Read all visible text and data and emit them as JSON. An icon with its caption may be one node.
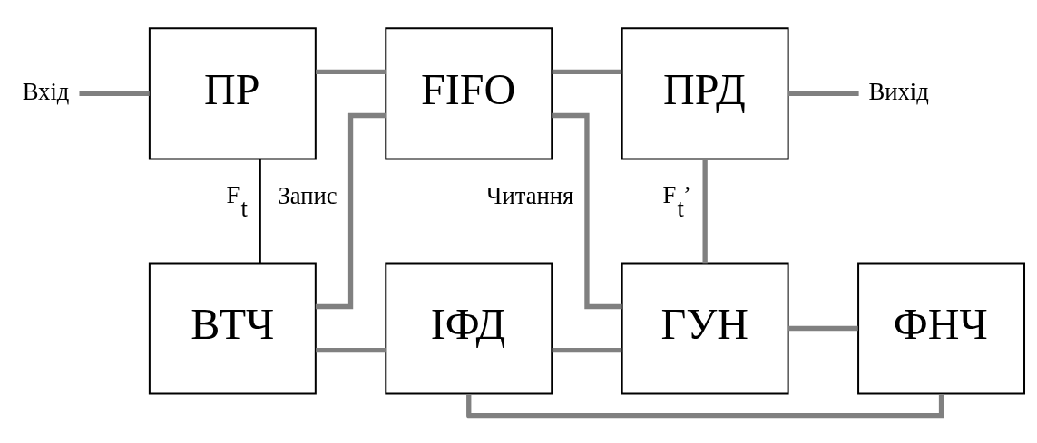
{
  "diagram": {
    "nodes": [
      {
        "text": [
          "Вхід"
        ]
      },
      {
        "text": [
          "ПР"
        ]
      },
      {
        "text": [
          "FIFO"
        ]
      },
      {
        "text": [
          "ПРД"
        ]
      },
      {
        "text": [
          "Вихід"
        ]
      },
      {
        "text": [
          "ВТЧ"
        ]
      },
      {
        "text": [
          "ІФД"
        ]
      },
      {
        "text": [
          "ГУН"
        ]
      },
      {
        "text": [
          "ФНЧ"
        ]
      }
    ],
    "edges": [
      {
        "from": 0,
        "to": 1,
        "arrow": "none"
      },
      {
        "from": 1,
        "to": 2,
        "arrow": "none"
      },
      {
        "from": 2,
        "to": 3,
        "arrow": "none"
      },
      {
        "from": 3,
        "to": 4,
        "arrow": "none"
      },
      {
        "from": 5,
        "to": 1,
        "arrow": "none",
        "label": "F$_{t}$",
        "color": "#000000"
      },
      {
        "from": 5,
        "to": 2,
        "arrow": "none",
        "label": "Запис"
      },
      {
        "from": 7,
        "to": 2,
        "arrow": "none",
        "label": "Читання"
      },
      {
        "from": 7,
        "to": 3,
        "arrow": "none",
        "label": "F$_{t}$’"
      },
      {
        "from": 5,
        "to": 6,
        "arrow": "none"
      },
      {
        "from": 6,
        "to": 7,
        "arrow": "none"
      },
      {
        "from": 7,
        "to": 8,
        "arrow": "none"
      },
      {
        "from": 8,
        "to": 6,
        "arrow": "none"
      }
    ]
  }
}
